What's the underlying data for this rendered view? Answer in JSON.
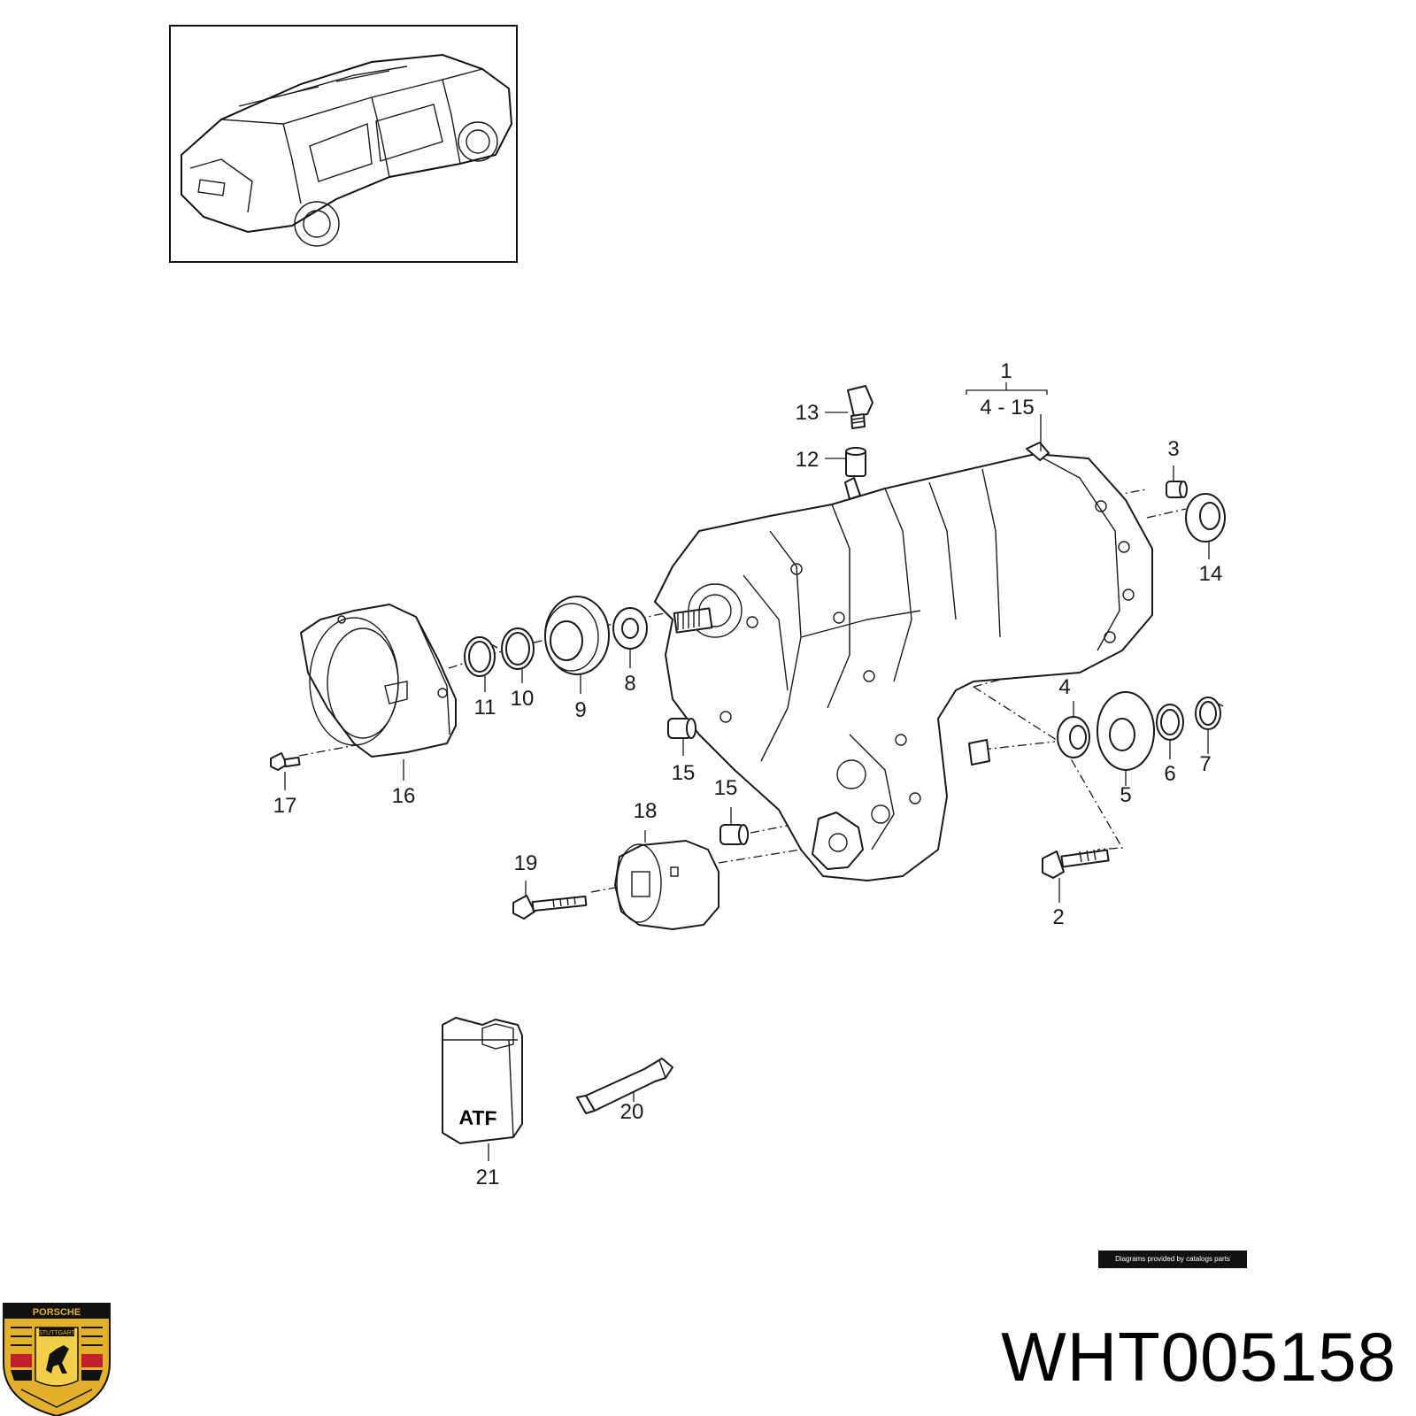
{
  "part_number": "WHT005158",
  "credit": "Diagrams provided by catalogs parts",
  "brand": {
    "logo_icon": "porsche-crest-icon",
    "logo_text_top": "PORSCHE",
    "logo_text_city": "STUTTGART",
    "colors": {
      "gold": "#e2b02b",
      "red": "#c0202a",
      "black": "#111111"
    }
  },
  "callouts": {
    "c1": "1",
    "c1_range": "4 - 15",
    "c2": "2",
    "c3": "3",
    "c4": "4",
    "c5": "5",
    "c6": "6",
    "c7": "7",
    "c8": "8",
    "c9": "9",
    "c10": "10",
    "c11": "11",
    "c12": "12",
    "c13": "13",
    "c14": "14",
    "c15a": "15",
    "c15b": "15",
    "c16": "16",
    "c17": "17",
    "c18": "18",
    "c19": "19",
    "c20": "20",
    "c21": "21"
  },
  "atf_label": "ATF",
  "icons": {
    "vehicle": "car-thumbnail-icon",
    "transfer_case": "transfer-case-icon",
    "atf_bottle": "oil-bottle-icon",
    "sealant_tube": "sealant-tube-icon"
  }
}
